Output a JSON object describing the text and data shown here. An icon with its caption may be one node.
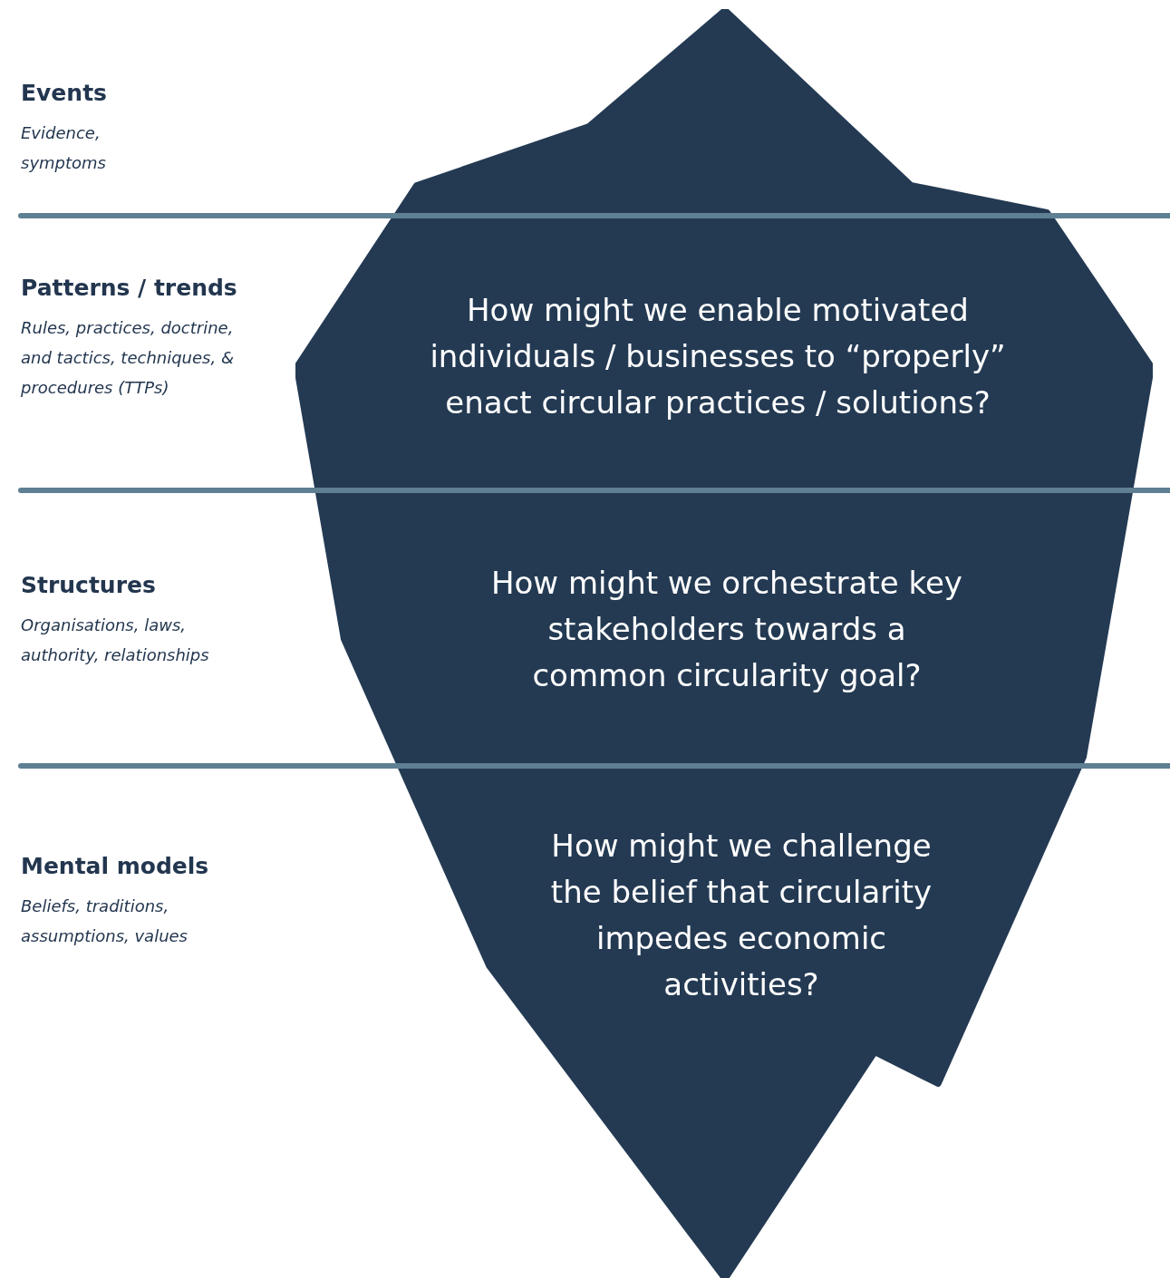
{
  "diagram": {
    "nodes": [
      {
        "text": [
          "How might we enable motivated individuals / businesses to “properly” enact circular practices / solutions?",
          "How might we orchestrate key stakeholders towards a common circularity goal?",
          "How might we challenge the belief that circularity impedes economic activities?"
        ]
      }
    ],
    "labels": [
      "Events",
      "Evidence, symptoms",
      "Patterns / trends",
      "Rules, practices, doctrine, and tactics, techniques, & procedures (TTPs)",
      "Structures",
      "Organisations, laws, authority, relationships",
      "Mental models",
      "Beliefs, traditions, assumptions, values"
    ]
  }
}
